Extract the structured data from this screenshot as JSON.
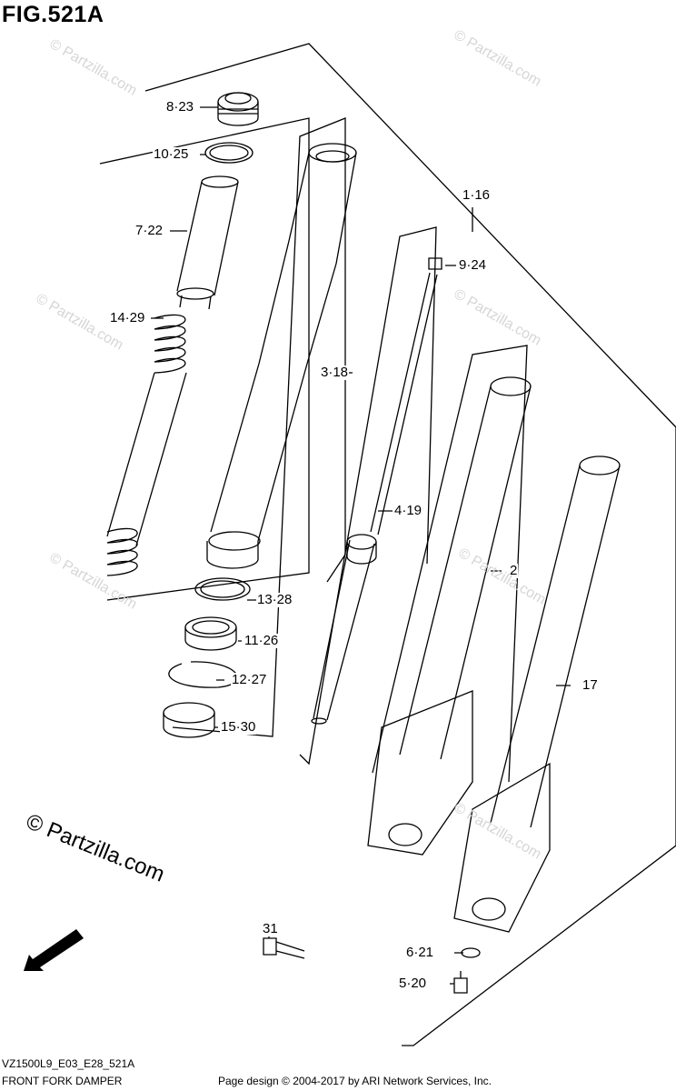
{
  "figure": {
    "title": "FIG.521A",
    "model_code": "VZ1500L9_E03_E28_521A",
    "section_name": "FRONT FORK DAMPER",
    "credit": "Page design © 2004-2017 by ARI Network Services, Inc."
  },
  "brand": {
    "text": "© Partzilla.com",
    "watermark": "© Partzilla.com"
  },
  "fwd_label": "FWD",
  "callouts": [
    "8·23",
    "10·25",
    "7·22",
    "14·29",
    "3·18",
    "1·16",
    "9·24",
    "4·19",
    "2",
    "17",
    "13·28",
    "11·26",
    "12·27",
    "15·30",
    "31",
    "6·21",
    "5·20"
  ]
}
